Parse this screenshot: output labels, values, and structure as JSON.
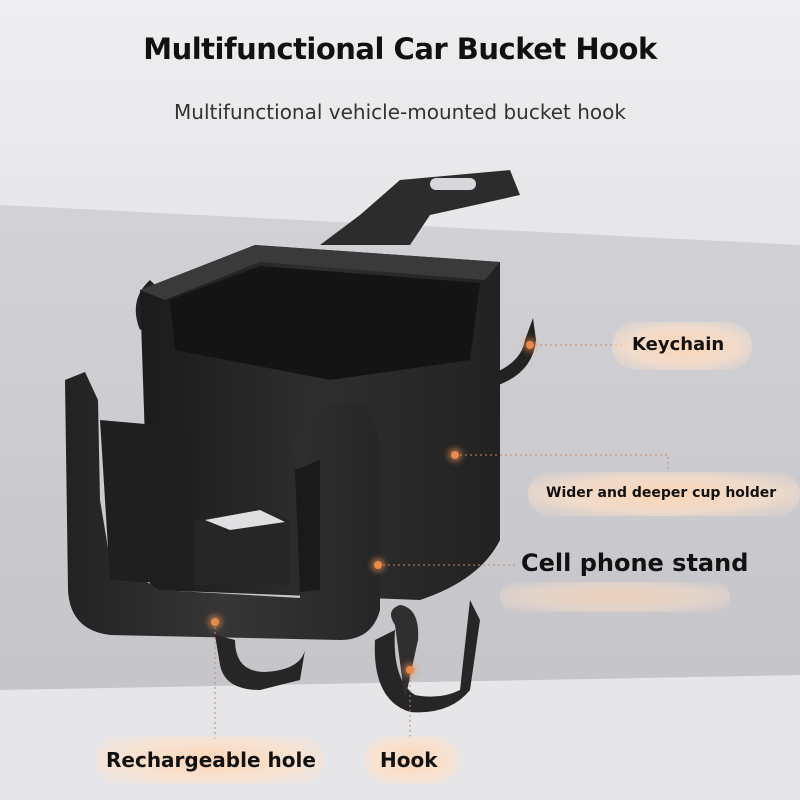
{
  "header": {
    "title": "Multifunctional Car Bucket Hook",
    "subtitle": "Multifunctional vehicle-mounted bucket hook"
  },
  "callouts": {
    "keychain": "Keychain",
    "cup_holder": "Wider and deeper cup holder",
    "phone_stand": "Cell phone stand",
    "charge_hole": "Rechargeable hole",
    "hook": "Hook"
  },
  "colors": {
    "accent": "#e88a4a",
    "product": "#2a2a2a"
  }
}
